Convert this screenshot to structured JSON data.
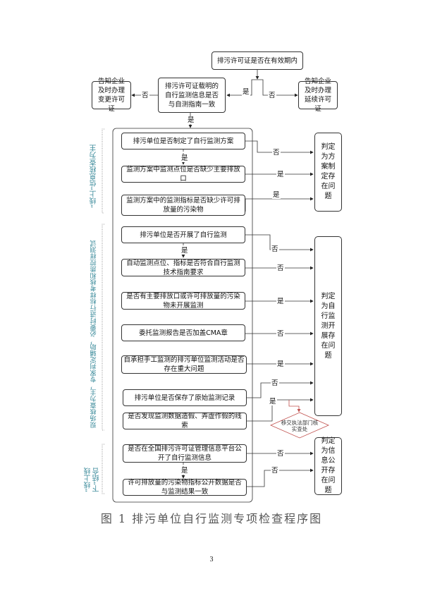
{
  "flowchart": {
    "start": "排污许可证是否在有效期内",
    "consistency": "排污许可证载明的自行监测信息是否与自测指南一致",
    "notify_change": "告知企业及时办理变更许可证",
    "notify_renew": "告知企业及时办理延续许可证",
    "steps": [
      "排污单位是否制定了自行监测方案",
      "监测方案中监测点位是否缺少主要排放口",
      "监测方案中的监测指标是否缺少许可排放量的污染物",
      "排污单位是否开展了自行监测",
      "自动监测点位、指标是否符合自行监测技术指南要求",
      "是否有主要排放口或许可排放量的污染物未开展监测",
      "委托监测报告是否加盖CMA章",
      "自承担手工监测的排污单位监测活动是否存在重大问题",
      "排污单位是否保存了原始监测记录",
      "是否发现监测数据造假、弄虚作假的线索",
      "是否在全国排污许可证管理信息平台公开了自行监测信息",
      "许可排放量的污染物指标公开数据是否与监测结果一致"
    ],
    "judgements": [
      "判定为方案制定存在问题",
      "判定为自行监测开展存在问题",
      "判定为信息公开存在问题"
    ],
    "referral": "移交执法部门核实查处",
    "yes": "是",
    "no": "否",
    "sections": [
      "“线上”信息核查为主",
      "现场核查为主，专家判定辅助，必要时进行标样考核和质控样测试",
      "“线上线下”结合"
    ]
  },
  "caption": "图 1  排污单位自行监测专项检查程序图",
  "page_number": "3",
  "colors": {
    "section_label": "#3a8a9a",
    "referral": "#c0504d"
  }
}
